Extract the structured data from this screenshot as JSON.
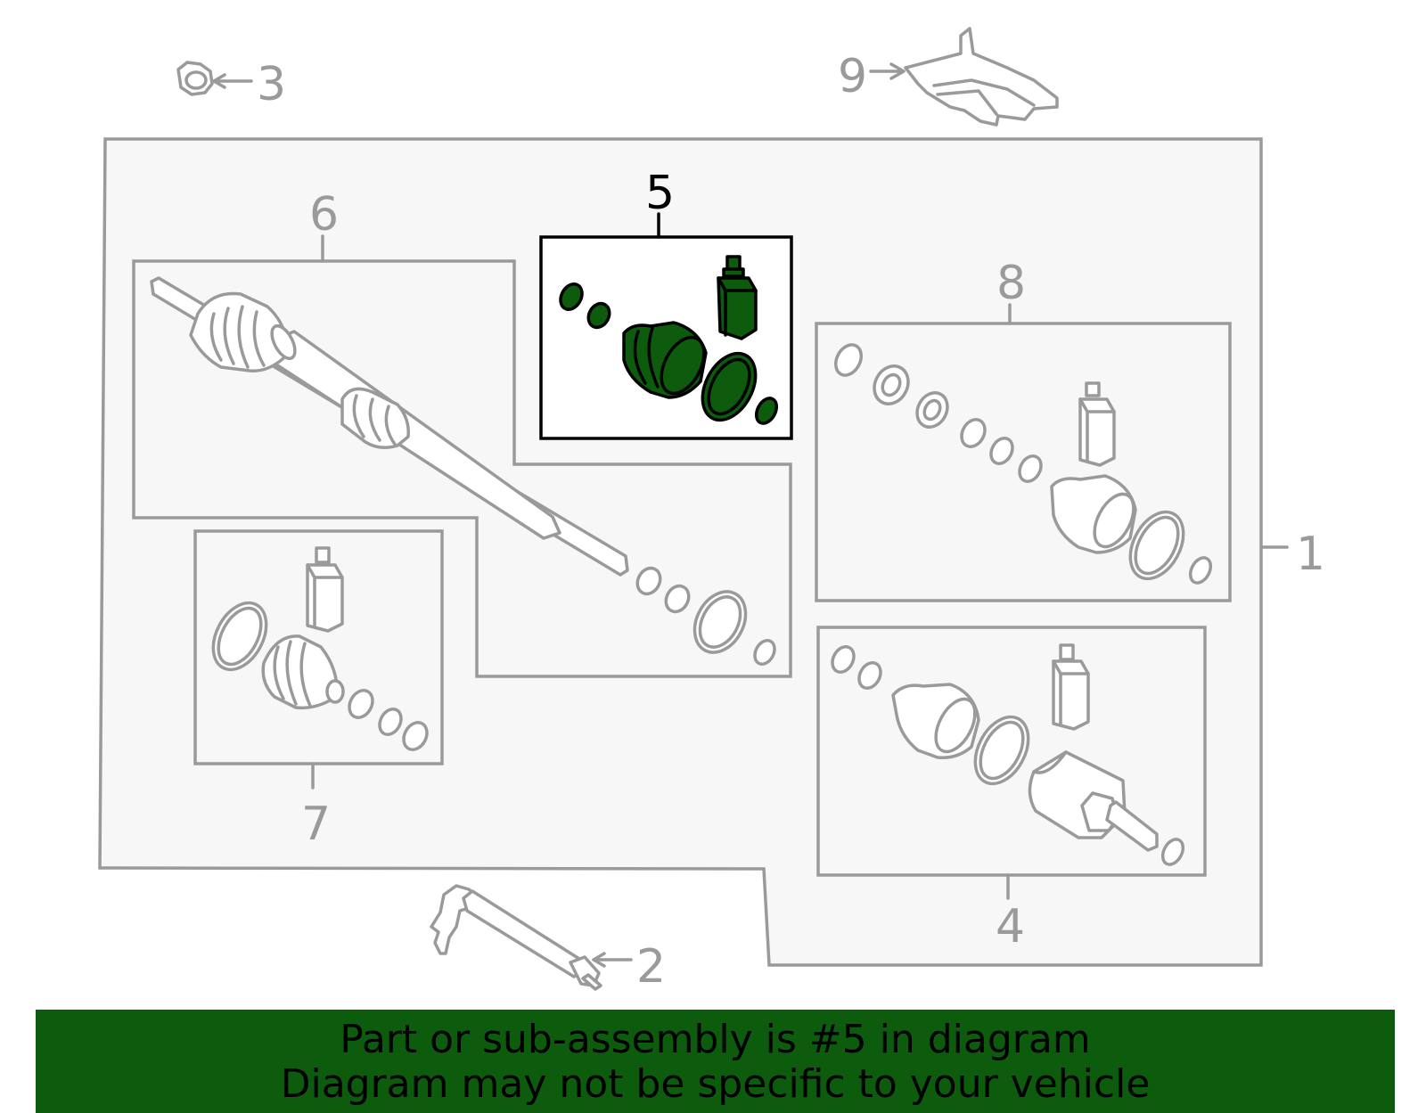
{
  "callouts": {
    "c1": "1",
    "c2": "2",
    "c3": "3",
    "c4": "4",
    "c5": "5",
    "c6": "6",
    "c7": "7",
    "c8": "8",
    "c9": "9"
  },
  "highlight_part": "5",
  "colors": {
    "highlight_fill": "#0d5c0d",
    "outline_gray": "#9a9a9a",
    "panel_fill": "#f7f7f7",
    "banner_bg": "#0d5c0d"
  },
  "banner": {
    "line1": "Part or sub-assembly is #5 in diagram",
    "line2": "Diagram may not be specific to your vehicle"
  }
}
